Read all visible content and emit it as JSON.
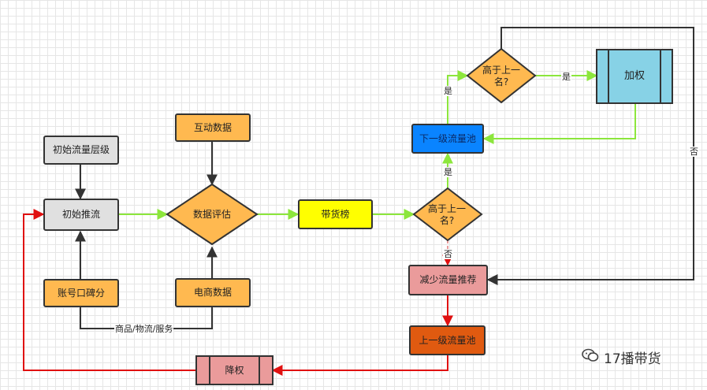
{
  "colors": {
    "orange": "#ffb950",
    "gray": "#e0e0e0",
    "yellow": "#ffff00",
    "blue": "#0a84ff",
    "cyan": "#87d2e6",
    "pink": "#ea9b9b",
    "dark_orange": "#e05a10",
    "green_arrow": "#8ce63c",
    "red_arrow": "#e01010",
    "dark_arrow": "#333333"
  },
  "nodes": {
    "initial_level": "初始流量层级",
    "initial_push": "初始推流",
    "account_reputation": "账号口碑分",
    "interaction_data": "互动数据",
    "data_evaluation": "数据评估",
    "ecommerce_data": "电商数据",
    "sales_rank": "带货榜",
    "higher_than_above_1": "高于上一名?",
    "next_level_pool": "下一级流量池",
    "higher_than_above_2": "高于上一名?",
    "add_weight": "加权",
    "reduce_traffic": "减少流量推荐",
    "prev_level_pool": "上一级流量池",
    "demote_weight": "降权"
  },
  "edge_labels": {
    "yes_up": "是",
    "yes_top": "是",
    "yes_right": "是",
    "no_down": "否",
    "no_right": "否",
    "goods_logistics_service": "商品/物流/服务"
  },
  "watermark": {
    "icon": "wechat-icon",
    "text": "17播带货"
  }
}
